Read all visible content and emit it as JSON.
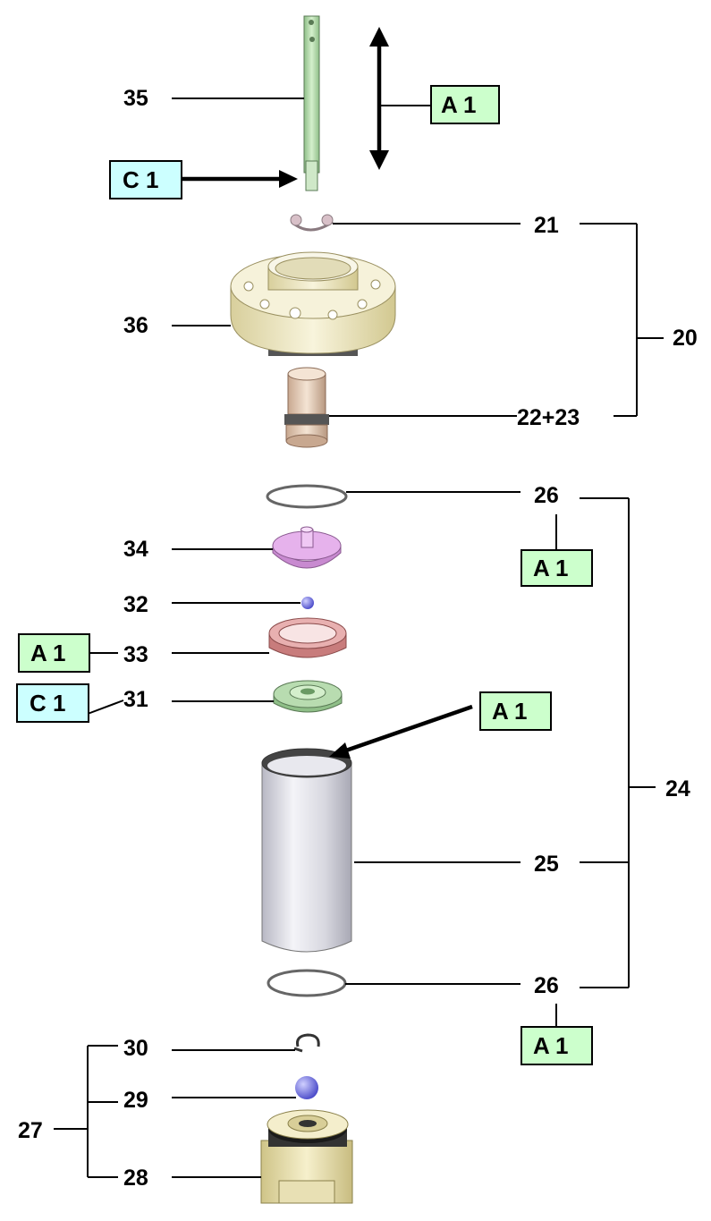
{
  "callouts": {
    "c35": "35",
    "c21": "21",
    "c36": "36",
    "c20": "20",
    "c22_23": "22+23",
    "c26_top": "26",
    "c34": "34",
    "c32": "32",
    "c33": "33",
    "c31": "31",
    "c24": "24",
    "c25": "25",
    "c26_bottom": "26",
    "c30": "30",
    "c29": "29",
    "c27": "27",
    "c28": "28"
  },
  "tags": {
    "a1_shaft": "A 1",
    "c1_shaft": "C 1",
    "a1_seal_top": "A 1",
    "a1_seal_33": "A 1",
    "c1_part_31": "C 1",
    "a1_cylinder": "A 1",
    "a1_seal_bottom": "A 1"
  },
  "tag_colors": {
    "A": "#ccffcc",
    "C": "#ccffff"
  },
  "parts": [
    {
      "id": "35",
      "name": "piston rod",
      "color": "#b8dcb0"
    },
    {
      "id": "21",
      "name": "circlip",
      "color": "#c8b8c0"
    },
    {
      "id": "36",
      "name": "cylinder head",
      "color": "#f2eccc"
    },
    {
      "id": "22+23",
      "name": "inlet valve",
      "color": "#e8d6c0"
    },
    {
      "id": "26",
      "name": "o-ring",
      "color": "#e8e8e8"
    },
    {
      "id": "34",
      "name": "valve cap",
      "color": "#e0a8e8"
    },
    {
      "id": "32",
      "name": "small ball",
      "color": "#8080e0"
    },
    {
      "id": "33",
      "name": "seal",
      "color": "#e0a8a8"
    },
    {
      "id": "31",
      "name": "seal carrier",
      "color": "#b8dcb0"
    },
    {
      "id": "25",
      "name": "cylinder",
      "color": "#dcdce4"
    },
    {
      "id": "30",
      "name": "ball guide clip",
      "color": "#d8d8d8"
    },
    {
      "id": "29",
      "name": "ball",
      "color": "#7070e0"
    },
    {
      "id": "28",
      "name": "foot valve housing",
      "color": "#ece4b8"
    }
  ]
}
